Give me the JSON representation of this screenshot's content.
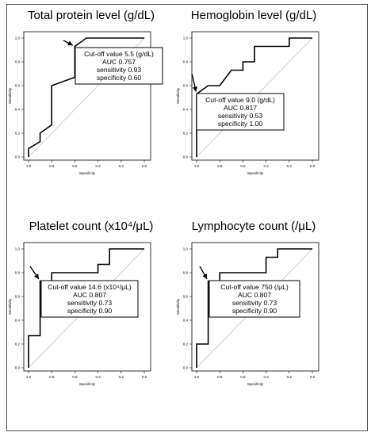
{
  "chart_data": [
    {
      "type": "line",
      "title": "Total protein level (g/dL)",
      "xlabel": "Specificity",
      "ylabel": "Sensitivity",
      "xlim": [
        1.0,
        0.0
      ],
      "ylim": [
        0.0,
        1.0
      ],
      "xticks": [
        "1.0",
        "0.8",
        "0.6",
        "0.4",
        "0.2",
        "0.0"
      ],
      "yticks": [
        "0.0",
        "0.2",
        "0.4",
        "0.6",
        "0.8",
        "1.0"
      ],
      "roc": [
        [
          1.0,
          0.0
        ],
        [
          1.0,
          0.07
        ],
        [
          0.9,
          0.13
        ],
        [
          0.9,
          0.2
        ],
        [
          0.8,
          0.27
        ],
        [
          0.8,
          0.6
        ],
        [
          0.6,
          0.67
        ],
        [
          0.6,
          0.93
        ],
        [
          0.5,
          1.0
        ],
        [
          0.0,
          1.0
        ]
      ],
      "annotation": [
        "Cut-off value 5.5 (g/dL)",
        "AUC 0.757",
        "sensitivity 0.93",
        "specificity 0.60"
      ],
      "cutoff_point": [
        0.6,
        0.93
      ]
    },
    {
      "type": "line",
      "title": "Hemoglobin level (g/dL)",
      "xlabel": "Specificity",
      "ylabel": "Sensitivity",
      "xlim": [
        1.0,
        0.0
      ],
      "ylim": [
        0.0,
        1.0
      ],
      "xticks": [
        "1.0",
        "0.8",
        "0.6",
        "0.4",
        "0.2",
        "0.0"
      ],
      "yticks": [
        "0.0",
        "0.2",
        "0.4",
        "0.6",
        "0.8",
        "1.0"
      ],
      "roc": [
        [
          1.0,
          0.0
        ],
        [
          1.0,
          0.53
        ],
        [
          0.9,
          0.6
        ],
        [
          0.8,
          0.6
        ],
        [
          0.7,
          0.73
        ],
        [
          0.6,
          0.73
        ],
        [
          0.6,
          0.8
        ],
        [
          0.5,
          0.8
        ],
        [
          0.5,
          0.93
        ],
        [
          0.2,
          0.93
        ],
        [
          0.2,
          1.0
        ],
        [
          0.0,
          1.0
        ]
      ],
      "annotation": [
        "Cut-off value 9.0 (g/dL)",
        "AUC 0.817",
        "sensitivity 0.53",
        "specificity 1.00"
      ],
      "cutoff_point": [
        1.0,
        0.53
      ]
    },
    {
      "type": "line",
      "title": "Platelet count (x10⁴/μL)",
      "xlabel": "Specificity",
      "ylabel": "Sensitivity",
      "xlim": [
        1.0,
        0.0
      ],
      "ylim": [
        0.0,
        1.0
      ],
      "xticks": [
        "1.0",
        "0.8",
        "0.6",
        "0.4",
        "0.2",
        "0.0"
      ],
      "yticks": [
        "0.0",
        "0.2",
        "0.4",
        "0.6",
        "0.8",
        "1.0"
      ],
      "roc": [
        [
          1.0,
          0.0
        ],
        [
          1.0,
          0.27
        ],
        [
          0.9,
          0.27
        ],
        [
          0.9,
          0.73
        ],
        [
          0.8,
          0.73
        ],
        [
          0.8,
          0.8
        ],
        [
          0.4,
          0.8
        ],
        [
          0.4,
          0.87
        ],
        [
          0.3,
          0.87
        ],
        [
          0.3,
          1.0
        ],
        [
          0.0,
          1.0
        ]
      ],
      "annotation": [
        "Cut-off value 14.6 (x10⁴/μL)",
        "AUC 0.807",
        "sensitivity 0.73",
        "specificity 0.90"
      ],
      "cutoff_point": [
        0.9,
        0.73
      ]
    },
    {
      "type": "line",
      "title": "Lymphocyte count (/μL)",
      "xlabel": "Specificity",
      "ylabel": "Sensitivity",
      "xlim": [
        1.0,
        0.0
      ],
      "ylim": [
        0.0,
        1.0
      ],
      "xticks": [
        "1.0",
        "0.8",
        "0.6",
        "0.4",
        "0.2",
        "0.0"
      ],
      "yticks": [
        "0.0",
        "0.2",
        "0.4",
        "0.6",
        "0.8",
        "1.0"
      ],
      "roc": [
        [
          1.0,
          0.0
        ],
        [
          1.0,
          0.2
        ],
        [
          0.9,
          0.2
        ],
        [
          0.9,
          0.73
        ],
        [
          0.8,
          0.73
        ],
        [
          0.8,
          0.8
        ],
        [
          0.4,
          0.8
        ],
        [
          0.4,
          0.93
        ],
        [
          0.3,
          0.93
        ],
        [
          0.3,
          1.0
        ],
        [
          0.0,
          1.0
        ]
      ],
      "annotation": [
        "Cut-off value 750 (/μL)",
        "AUC 0.807",
        "sensitivity 0.73",
        "specificity 0.90"
      ],
      "cutoff_point": [
        0.9,
        0.73
      ]
    }
  ]
}
